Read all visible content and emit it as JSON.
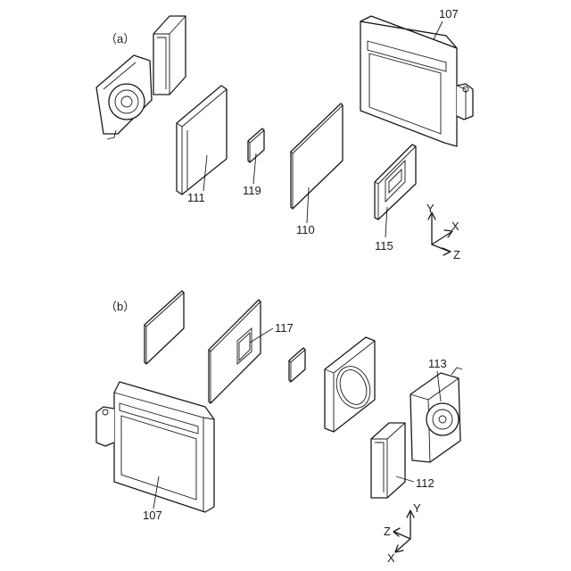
{
  "panels": [
    {
      "id": "a",
      "label": "（a）"
    },
    {
      "id": "b",
      "label": "（b）"
    }
  ],
  "reference_numerals": {
    "a": [
      "107",
      "111",
      "119",
      "110",
      "115"
    ],
    "b": [
      "117",
      "113",
      "112",
      "107"
    ]
  },
  "axes": {
    "a": {
      "y": "Y",
      "x": "X",
      "z": "Z"
    },
    "b": {
      "y": "Y",
      "z": "Z",
      "x": "X"
    }
  }
}
